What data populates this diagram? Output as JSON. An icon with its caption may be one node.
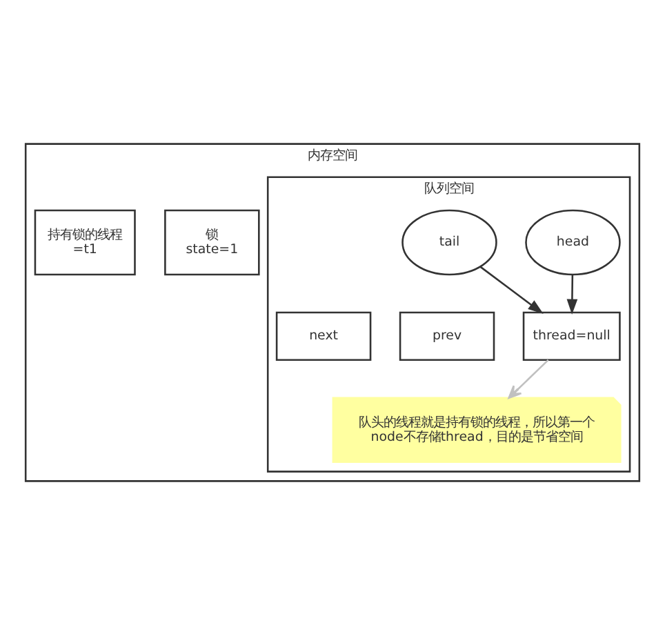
{
  "diagram": {
    "nodes": [
      {
        "text": [
          "内存空间"
        ]
      },
      {
        "text": [
          "锁 state=1"
        ],
        "in": 0
      },
      {
        "text": [
          "持有锁的线程 =t1"
        ],
        "in": 0
      },
      {
        "text": [
          "队列空间"
        ],
        "in": 0
      },
      {
        "text": [
          "head"
        ],
        "in": 3
      },
      {
        "text": [
          "tail"
        ],
        "in": 3
      },
      {
        "text": [
          "prev"
        ],
        "in": 3
      },
      {
        "text": [
          "thread=null"
        ],
        "in": 3
      },
      {
        "text": [
          "next"
        ],
        "in": 3
      },
      {
        "text": [
          "队头的线程就是持有锁的线程，所以第一个node不存储thread，目的是节省空间"
        ],
        "in": 3
      }
    ],
    "edges": [
      {
        "from": 4,
        "to": 7,
        "arrow": "to"
      },
      {
        "from": 5,
        "to": 7,
        "arrow": "to"
      },
      {
        "from": 7,
        "to": 9,
        "arrow": "to",
        "color": "#c0c0c0"
      }
    ]
  }
}
